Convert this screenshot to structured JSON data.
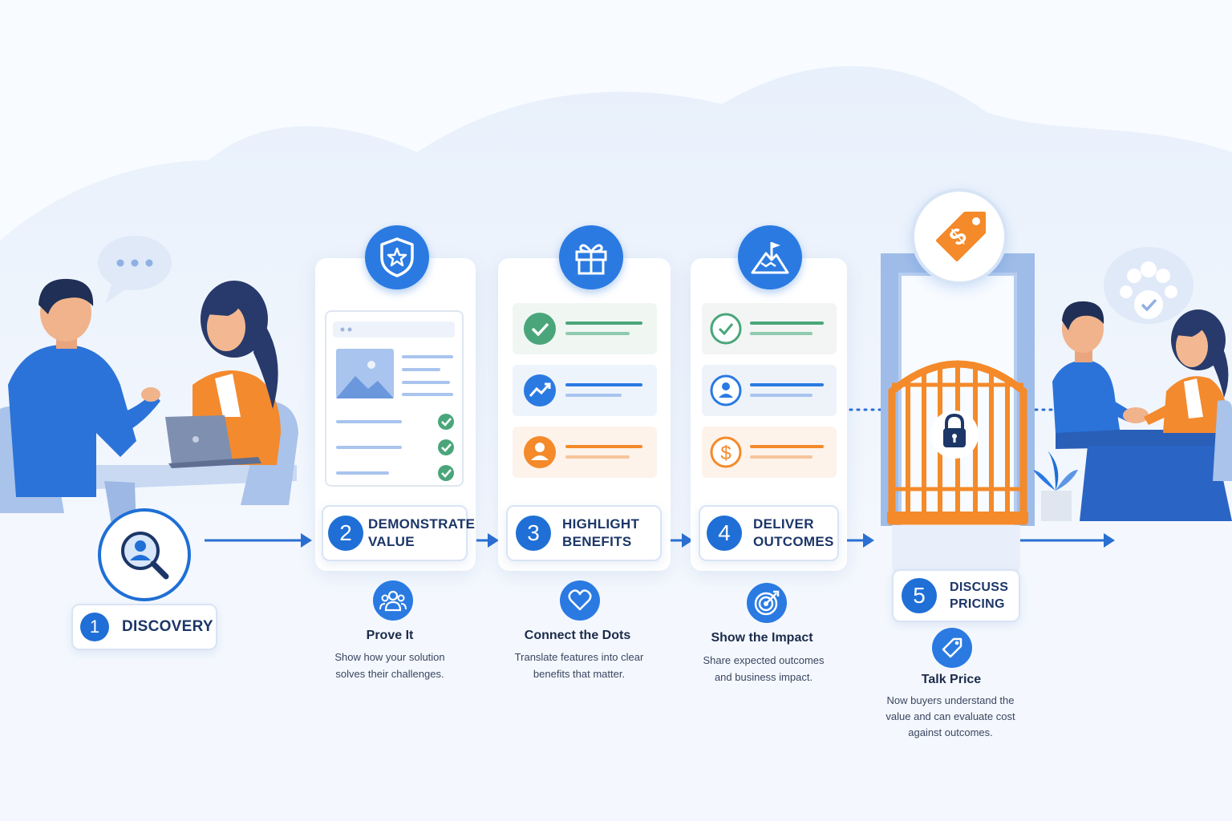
{
  "colors": {
    "primary_blue": "#1f6fd6",
    "accent_orange": "#f48a2a",
    "success_green": "#4aa67a",
    "navy_text": "#1c3668"
  },
  "stages": [
    {
      "number": "1",
      "name_lines": [
        "DISCOVERY"
      ],
      "icon": "magnifier-user-icon"
    },
    {
      "number": "2",
      "name_lines": [
        "DEMONSTRATE",
        "VALUE"
      ],
      "icon": "shield-star-icon",
      "benefit": {
        "icon": "people-group-icon",
        "title": "Prove It",
        "desc_lines": [
          "Show how your solution",
          "solves their challenges."
        ]
      }
    },
    {
      "number": "3",
      "name_lines": [
        "HIGHLIGHT",
        "BENEFITS"
      ],
      "icon": "gift-icon",
      "benefit": {
        "icon": "heart-icon",
        "title": "Connect the Dots",
        "desc_lines": [
          "Translate features into clear",
          "benefits that matter."
        ]
      }
    },
    {
      "number": "4",
      "name_lines": [
        "DELIVER",
        "OUTCOMES"
      ],
      "icon": "mountain-flag-icon",
      "benefit": {
        "icon": "target-icon",
        "title": "Show the Impact",
        "desc_lines": [
          "Share expected outcomes",
          "and business impact."
        ]
      }
    },
    {
      "number": "5",
      "name_lines": [
        "DISCUSS",
        "PRICING"
      ],
      "icon": "price-tag-icon",
      "benefit": {
        "icon": "tag-icon",
        "title": "Talk Price",
        "desc_lines": [
          "Now buyers understand the",
          "value and can evaluate cost",
          "against outcomes."
        ]
      }
    }
  ],
  "price_tag_symbol": "$",
  "outcome_symbol": "$"
}
